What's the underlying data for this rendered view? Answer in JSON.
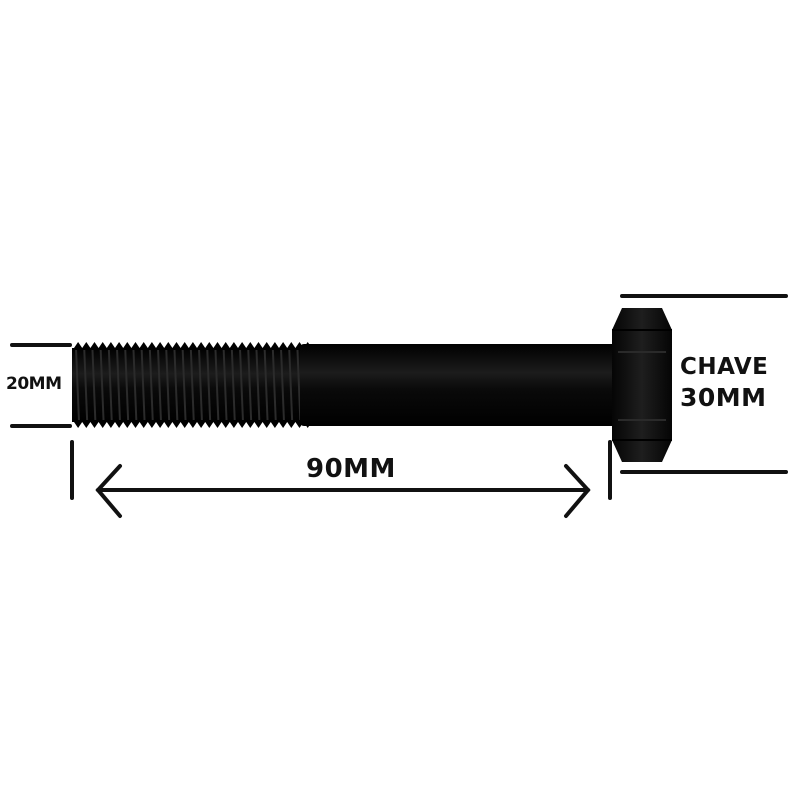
{
  "labels": {
    "diameter": "20MM",
    "length": "90MM",
    "wrench_line1": "CHAVE",
    "wrench_line2": "30MM"
  },
  "colors": {
    "bolt": "#0d0d0d",
    "bolt_highlight": "#2a2a2a",
    "dimension_lines": "#1a1a1a",
    "background": "#ffffff"
  }
}
